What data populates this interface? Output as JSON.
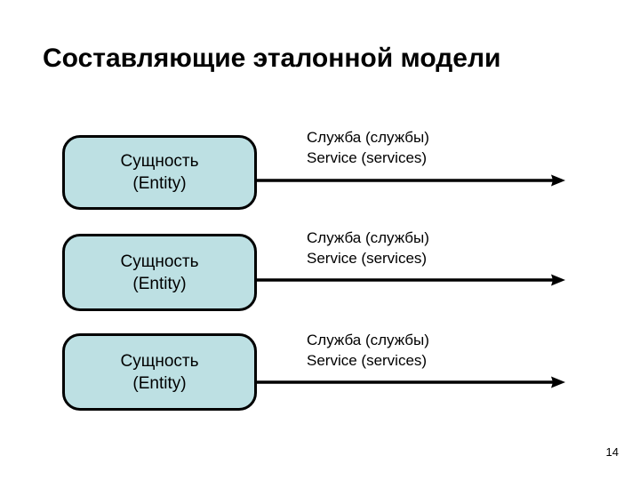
{
  "slide": {
    "title": "Составляющие эталонной модели",
    "page_number": "14",
    "background_color": "#ffffff",
    "box_fill_color": "#BDE0E3",
    "box_border_color": "#000000",
    "text_color": "#000000"
  },
  "rows": [
    {
      "entity": {
        "line1": "Сущность",
        "line2": "(Entity)"
      },
      "service": {
        "line1": "Служба (службы)",
        "line2": "Service (services)"
      },
      "arrow": {
        "icon": "arrow-right-icon"
      }
    },
    {
      "entity": {
        "line1": "Сущность",
        "line2": "(Entity)"
      },
      "service": {
        "line1": "Служба (службы)",
        "line2": "Service (services)"
      },
      "arrow": {
        "icon": "arrow-right-icon"
      }
    },
    {
      "entity": {
        "line1": "Сущность",
        "line2": "(Entity)"
      },
      "service": {
        "line1": "Служба (службы)",
        "line2": "Service (services)"
      },
      "arrow": {
        "icon": "arrow-right-icon"
      }
    }
  ]
}
